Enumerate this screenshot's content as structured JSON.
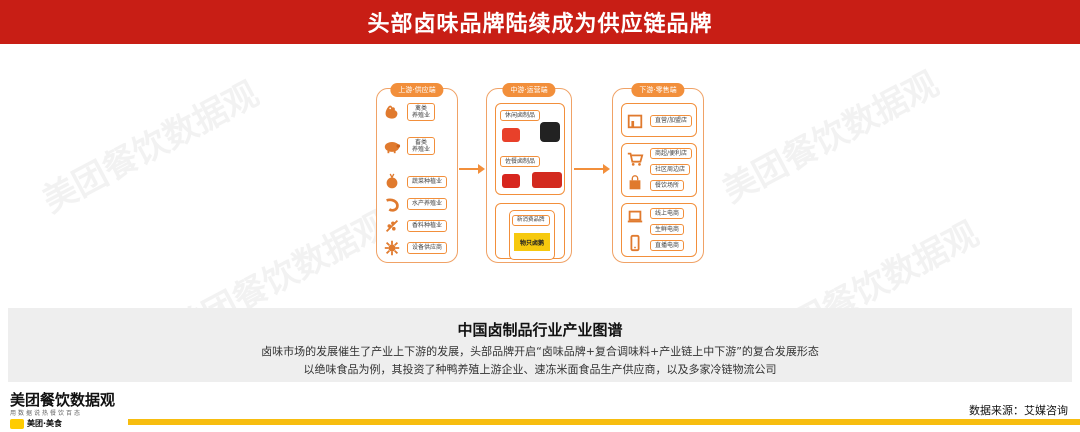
{
  "header": {
    "title": "头部卤味品牌陆续成为供应链品牌"
  },
  "watermark": {
    "text": "美团餐饮数据观",
    "sub": "美团·美食"
  },
  "diagram": {
    "upstream": {
      "title": "上游·供应端",
      "items": [
        {
          "label": "禽类\n养殖业",
          "icon": "rooster-icon"
        },
        {
          "label": "畜类\n养殖业",
          "icon": "pig-icon"
        },
        {
          "label": "蔬菜种植业",
          "icon": "vegetable-icon"
        },
        {
          "label": "水产养殖业",
          "icon": "shrimp-icon"
        },
        {
          "label": "香料种植业",
          "icon": "spice-icon"
        },
        {
          "label": "设备供应商",
          "icon": "equipment-icon"
        }
      ]
    },
    "midstream": {
      "title": "中游·运营端",
      "groups": [
        {
          "label": "休闲卤制品"
        },
        {
          "label": "佐餐卤制品"
        }
      ],
      "sub_box": {
        "title": "新消费品牌",
        "brand": "物只卤鹅"
      }
    },
    "downstream": {
      "title": "下游·零售端",
      "items": [
        {
          "label": "直营/加盟店",
          "icon": "storefront-icon"
        },
        {
          "label": "商超/便利店",
          "icon": "cart-icon"
        },
        {
          "label": "社区周边店",
          "icon": "bag-icon"
        },
        {
          "label": "餐饮场所",
          "icon": "dining-icon"
        },
        {
          "label": "线上电商",
          "icon": "laptop-icon"
        },
        {
          "label": "生鲜电商",
          "icon": "fresh-icon"
        },
        {
          "label": "直播电商",
          "icon": "phone-icon"
        }
      ]
    },
    "colors": {
      "accent": "#f28f3b",
      "header_red": "#c81e15",
      "footer_yellow": "#f7bd0f"
    }
  },
  "caption": {
    "title": "中国卤制品行业产业图谱",
    "line1": "卤味市场的发展催生了产业上下游的发展，头部品牌开启“卤味品牌+复合调味料+产业链上中下游”的复合发展形态",
    "line2": "以绝味食品为例，其投资了种鸭养殖上游企业、速冻米面食品生产供应商，以及多家冷链物流公司"
  },
  "footer": {
    "brand": "美团餐饮数据观",
    "slogan": "用数据说热餐饮百态",
    "logo_text": "美团·美食",
    "source": "数据来源：艾媒咨询"
  }
}
